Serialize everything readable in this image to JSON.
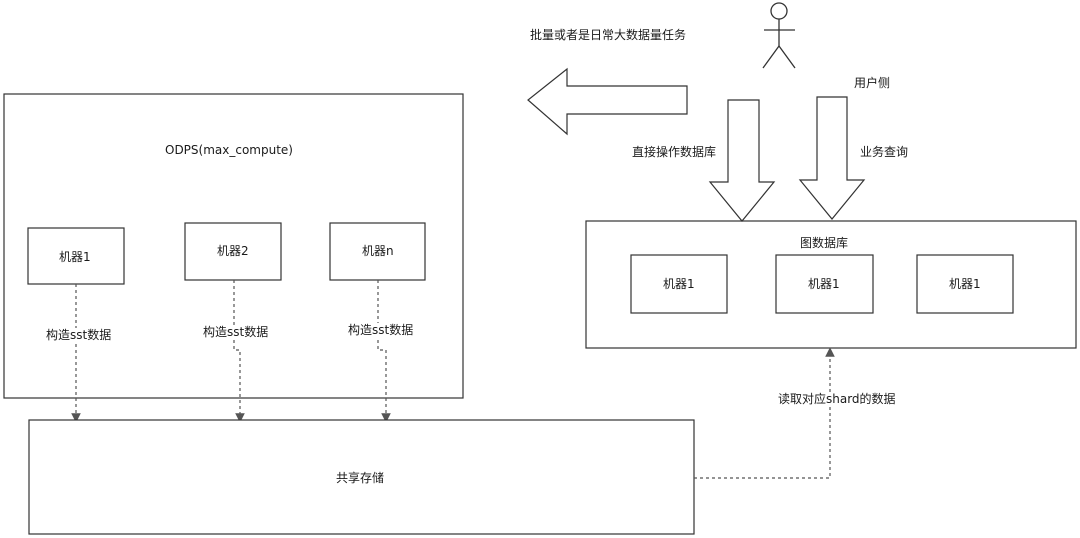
{
  "odps": {
    "title": "ODPS(max_compute)",
    "machines": [
      "机器1",
      "机器2",
      "机器n"
    ],
    "edge_label": "构造sst数据"
  },
  "shared_storage": {
    "label": "共享存储"
  },
  "graph_db": {
    "title": "图数据库",
    "machines": [
      "机器1",
      "机器1",
      "机器1"
    ]
  },
  "batch_arrow": {
    "label": "批量或者是日常大数据量任务"
  },
  "user": {
    "label": "用户侧"
  },
  "direct_arrow": {
    "label": "直接操作数据库"
  },
  "query_arrow": {
    "label": "业务查询"
  },
  "read_edge": {
    "label": "读取对应shard的数据"
  },
  "colors": {
    "stroke": "#333333",
    "dashed": "#555555",
    "background": "#ffffff"
  }
}
